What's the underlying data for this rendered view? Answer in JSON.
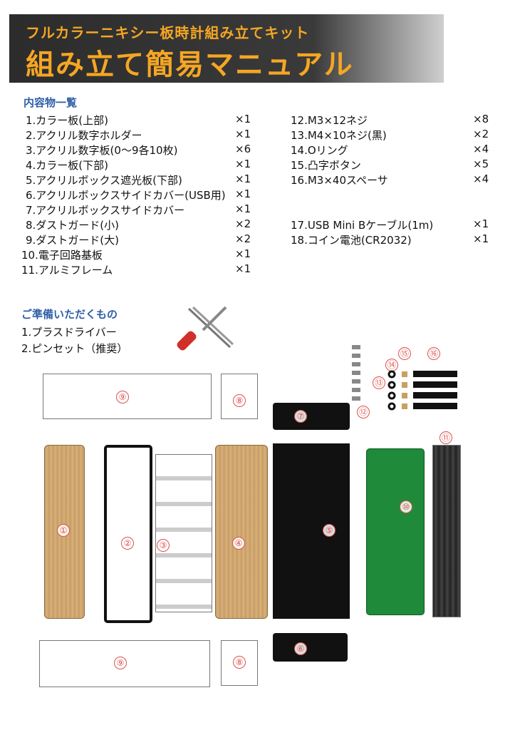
{
  "header": {
    "subtitle": "フルカラーニキシー板時計組み立てキット",
    "title": "組み立て簡易マニュアル"
  },
  "contents": {
    "heading": "内容物一覧",
    "left": [
      {
        "label": "1.カラー板(上部)",
        "qty": "×1"
      },
      {
        "label": "2.アクリル数字ホルダー",
        "qty": "×1"
      },
      {
        "label": "3.アクリル数字板(0〜9各10枚)",
        "qty": "×6"
      },
      {
        "label": "4.カラー板(下部)",
        "qty": "×1"
      },
      {
        "label": "5.アクリルボックス遮光板(下部)",
        "qty": "×1"
      },
      {
        "label": "6.アクリルボックスサイドカバー(USB用)",
        "qty": "×1"
      },
      {
        "label": "7.アクリルボックスサイドカバー",
        "qty": "×1"
      },
      {
        "label": "8.ダストガード(小)",
        "qty": "×2"
      },
      {
        "label": "9.ダストガード(大)",
        "qty": "×2"
      },
      {
        "label": "10.電子回路基板",
        "qty": "×1"
      },
      {
        "label": "11.アルミフレーム",
        "qty": "×1"
      }
    ],
    "right": [
      {
        "label": "12.M3×12ネジ",
        "qty": "×8"
      },
      {
        "label": "13.M4×10ネジ(黒)",
        "qty": "×2"
      },
      {
        "label": "14.Oリング",
        "qty": "×4"
      },
      {
        "label": "15.凸字ボタン",
        "qty": "×5"
      },
      {
        "label": "16.M3×40スペーサ",
        "qty": "×4"
      },
      {
        "label": "17.USB Mini Bケーブル(1m)",
        "qty": "×1"
      },
      {
        "label": "18.コイン電池(CR2032)",
        "qty": "×1"
      }
    ]
  },
  "prep": {
    "heading": "ご準備いただくもの",
    "items": [
      "1.プラスドライバー",
      "2.ピンセット（推奨）"
    ]
  },
  "diagram_labels": {
    "p1": "①",
    "p2": "②",
    "p3": "③",
    "p4": "④",
    "p5": "⑤",
    "p6": "⑥",
    "p7": "⑦",
    "p8": "⑧",
    "p9": "⑨",
    "p10": "⑩",
    "p11": "⑪",
    "p12": "⑫",
    "p13": "⑬",
    "p14": "⑭",
    "p15": "⑮",
    "p16": "⑯"
  },
  "colors": {
    "accent": "#f5a623",
    "heading": "#2f5fa7",
    "label": "#d9534f",
    "pcb": "#1e8a3a",
    "wood": "#c9a06a"
  }
}
